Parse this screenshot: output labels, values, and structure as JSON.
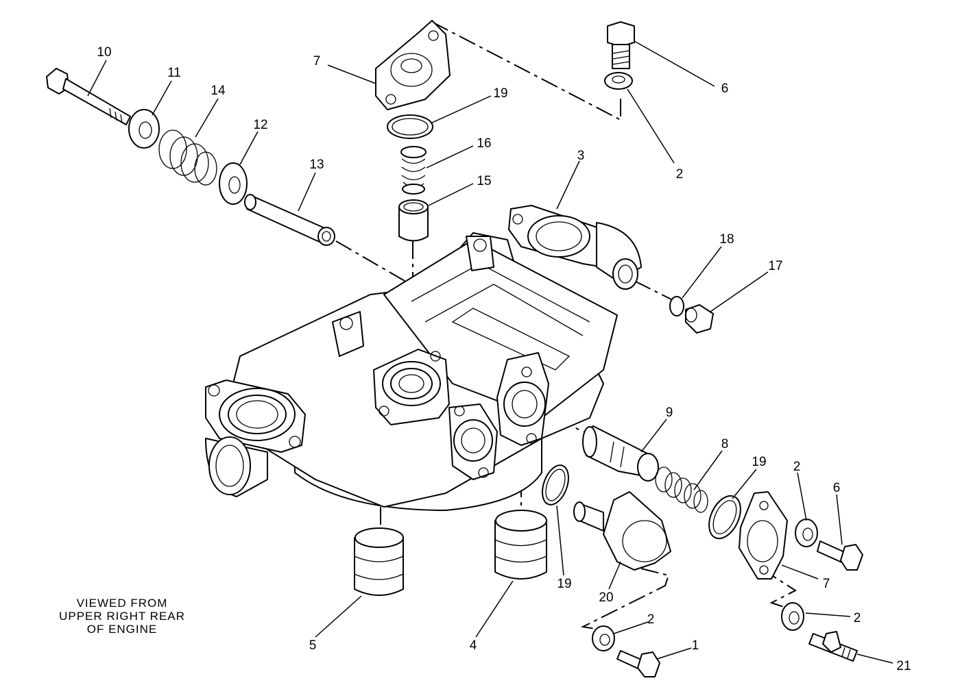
{
  "callouts": {
    "c1": "1",
    "c2a": "2",
    "c2b": "2",
    "c2c": "2",
    "c2d": "2",
    "c3": "3",
    "c4": "4",
    "c5": "5",
    "c6a": "6",
    "c6b": "6",
    "c7a": "7",
    "c7b": "7",
    "c8": "8",
    "c9": "9",
    "c10": "10",
    "c11": "11",
    "c12": "12",
    "c13": "13",
    "c14": "14",
    "c15": "15",
    "c16": "16",
    "c17": "17",
    "c18": "18",
    "c19a": "19",
    "c19b": "19",
    "c19c": "19",
    "c20": "20",
    "c21": "21"
  },
  "view_note": {
    "line1": "VIEWED FROM",
    "line2": "UPPER RIGHT REAR",
    "line3": "OF ENGINE"
  }
}
